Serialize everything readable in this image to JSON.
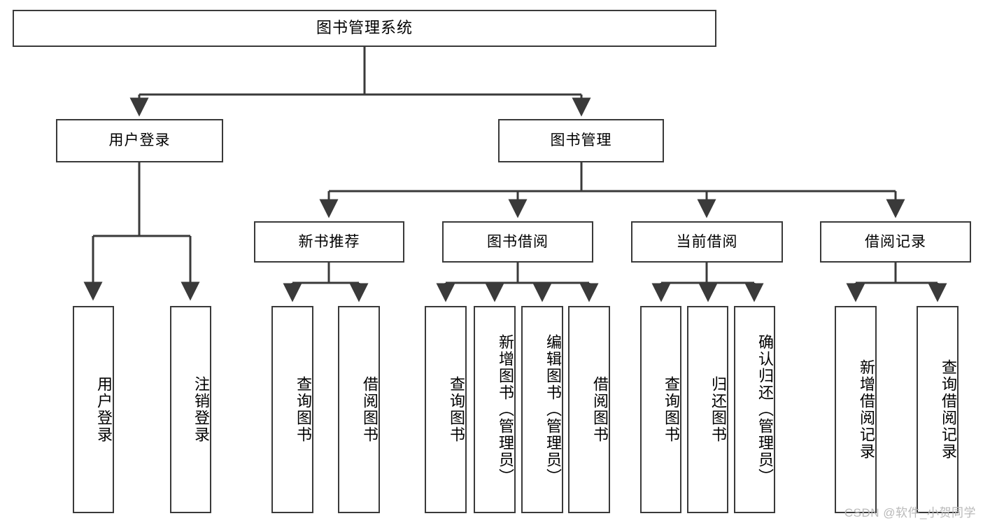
{
  "diagram": {
    "title": "图书管理系统",
    "type": "hierarchy-tree",
    "root": {
      "label": "图书管理系统"
    },
    "level2": [
      {
        "id": "user-login",
        "label": "用户登录"
      },
      {
        "id": "book-management",
        "label": "图书管理"
      }
    ],
    "level3": [
      {
        "id": "new-book-recommend",
        "label": "新书推荐",
        "parent": "book-management"
      },
      {
        "id": "book-borrow",
        "label": "图书借阅",
        "parent": "book-management"
      },
      {
        "id": "current-borrow",
        "label": "当前借阅",
        "parent": "book-management"
      },
      {
        "id": "borrow-record",
        "label": "借阅记录",
        "parent": "book-management"
      }
    ],
    "leaves": [
      {
        "id": "leaf-user-login",
        "label": "用户登录",
        "parent": "user-login"
      },
      {
        "id": "leaf-logout-login",
        "label": "注销登录",
        "parent": "user-login"
      },
      {
        "id": "leaf-query-book-1",
        "label": "查询图书",
        "parent": "new-book-recommend"
      },
      {
        "id": "leaf-borrow-book-1",
        "label": "借阅图书",
        "parent": "new-book-recommend"
      },
      {
        "id": "leaf-query-book-2",
        "label": "查询图书",
        "parent": "book-borrow"
      },
      {
        "id": "leaf-add-book",
        "label": "新增图书（管理员）",
        "parent": "book-borrow"
      },
      {
        "id": "leaf-edit-book",
        "label": "编辑图书（管理员）",
        "parent": "book-borrow"
      },
      {
        "id": "leaf-borrow-book-2",
        "label": "借阅图书",
        "parent": "book-borrow"
      },
      {
        "id": "leaf-query-book-3",
        "label": "查询图书",
        "parent": "current-borrow"
      },
      {
        "id": "leaf-return-book",
        "label": "归还图书",
        "parent": "current-borrow"
      },
      {
        "id": "leaf-confirm-return",
        "label": "确认归还（管理员）",
        "parent": "current-borrow"
      },
      {
        "id": "leaf-add-record",
        "label": "新增借阅记录",
        "parent": "borrow-record"
      },
      {
        "id": "leaf-query-record",
        "label": "查询借阅记录",
        "parent": "borrow-record"
      }
    ],
    "colors": {
      "box_border": "#3a3a3a",
      "box_fill": "#ffffff",
      "connector": "#3a3a3a",
      "text": "#000000",
      "watermark": "#b9b9b9",
      "background": "#ffffff"
    }
  },
  "watermark": {
    "text": "CSDN @软件_小贺同学"
  }
}
